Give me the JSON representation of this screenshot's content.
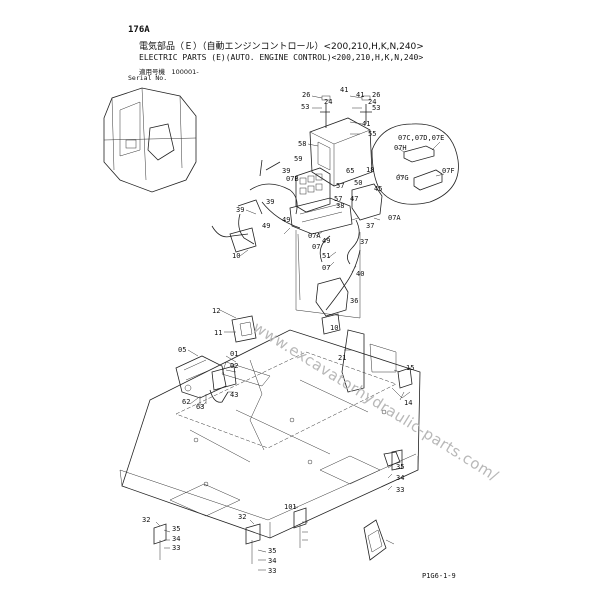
{
  "header": {
    "page_number": "176A",
    "title_jp": "電気部品（Ｅ）（自動エンジンコントロール）<200,210,H,K,N,240>",
    "title_en": "ELECTRIC PARTS (E)(AUTO. ENGINE CONTROL)<200,210,H,K,N,240>",
    "serial_jp": "適用号機　100001-",
    "serial_en": "Serial No."
  },
  "watermark": "www.excavatorhydraulic-parts.com/",
  "footer": {
    "drawing_code": "P1G6-1-9"
  },
  "callouts": [
    {
      "id": "c26a",
      "label": "26"
    },
    {
      "id": "c41a",
      "label": "41"
    },
    {
      "id": "c24a",
      "label": "24"
    },
    {
      "id": "c53a",
      "label": "53"
    },
    {
      "id": "c26b",
      "label": "26"
    },
    {
      "id": "c41b",
      "label": "41"
    },
    {
      "id": "c24b",
      "label": "24"
    },
    {
      "id": "c53b",
      "label": "53"
    },
    {
      "id": "c41c",
      "label": "41"
    },
    {
      "id": "c55",
      "label": "55"
    },
    {
      "id": "c58",
      "label": "58"
    },
    {
      "id": "c18",
      "label": "18"
    },
    {
      "id": "c07cde",
      "label": "07C,07D,07E"
    },
    {
      "id": "c07h",
      "label": "07H"
    },
    {
      "id": "c07g",
      "label": "07G"
    },
    {
      "id": "c07f",
      "label": "07F"
    },
    {
      "id": "c59",
      "label": "59"
    },
    {
      "id": "c39a",
      "label": "39"
    },
    {
      "id": "c07b",
      "label": "07B"
    },
    {
      "id": "c65",
      "label": "65"
    },
    {
      "id": "c57a",
      "label": "57"
    },
    {
      "id": "c50",
      "label": "50"
    },
    {
      "id": "c45",
      "label": "45"
    },
    {
      "id": "c47",
      "label": "47"
    },
    {
      "id": "c57b",
      "label": "57"
    },
    {
      "id": "c39b",
      "label": "39"
    },
    {
      "id": "c38",
      "label": "38"
    },
    {
      "id": "c39c",
      "label": "39"
    },
    {
      "id": "c49a",
      "label": "49"
    },
    {
      "id": "c07aa",
      "label": "07A"
    },
    {
      "id": "c37a",
      "label": "37"
    },
    {
      "id": "c49b",
      "label": "49"
    },
    {
      "id": "c07ab",
      "label": "07A"
    },
    {
      "id": "c07a",
      "label": "07"
    },
    {
      "id": "c49c",
      "label": "49"
    },
    {
      "id": "c37b",
      "label": "37"
    },
    {
      "id": "c10a",
      "label": "10"
    },
    {
      "id": "c51",
      "label": "51"
    },
    {
      "id": "c07b2",
      "label": "07"
    },
    {
      "id": "c40",
      "label": "40"
    },
    {
      "id": "c36",
      "label": "36"
    },
    {
      "id": "c10b",
      "label": "10"
    },
    {
      "id": "c12",
      "label": "12"
    },
    {
      "id": "c11",
      "label": "11"
    },
    {
      "id": "c05",
      "label": "05"
    },
    {
      "id": "c01",
      "label": "01"
    },
    {
      "id": "c02",
      "label": "02"
    },
    {
      "id": "c62",
      "label": "62"
    },
    {
      "id": "c63",
      "label": "63"
    },
    {
      "id": "c43",
      "label": "43"
    },
    {
      "id": "c21",
      "label": "21"
    },
    {
      "id": "c15",
      "label": "15"
    },
    {
      "id": "c14",
      "label": "14"
    },
    {
      "id": "c35a",
      "label": "35"
    },
    {
      "id": "c34a",
      "label": "34"
    },
    {
      "id": "c33a",
      "label": "33"
    },
    {
      "id": "c32a",
      "label": "32"
    },
    {
      "id": "c35b",
      "label": "35"
    },
    {
      "id": "c34b",
      "label": "34"
    },
    {
      "id": "c33b",
      "label": "33"
    },
    {
      "id": "c32b",
      "label": "32"
    },
    {
      "id": "c35c",
      "label": "35"
    },
    {
      "id": "c34c",
      "label": "34"
    },
    {
      "id": "c33c",
      "label": "33"
    },
    {
      "id": "c101",
      "label": "101"
    }
  ]
}
